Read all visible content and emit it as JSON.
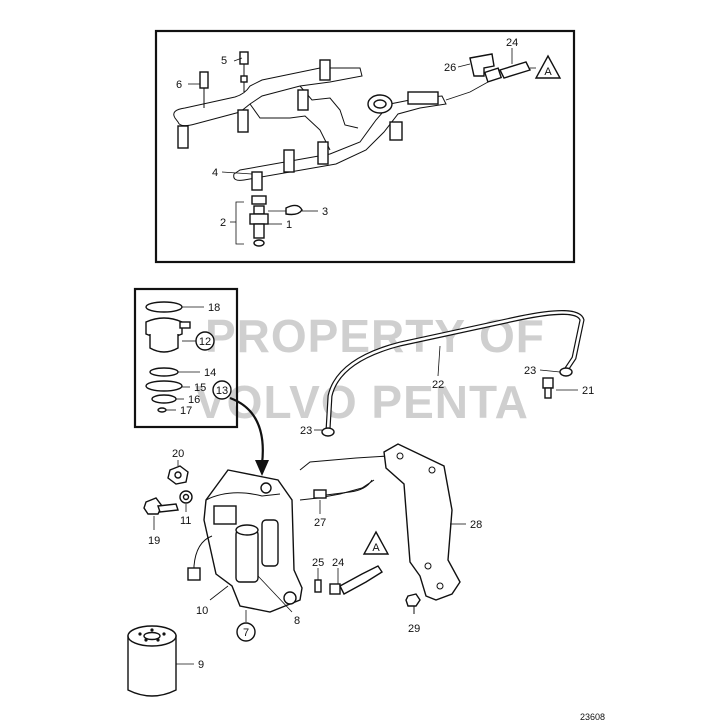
{
  "watermark": {
    "line1": "PROPERTY OF",
    "line2": "VOLVO PENTA"
  },
  "callouts": {
    "c1": "1",
    "c2": "2",
    "c3": "3",
    "c4": "4",
    "c5": "5",
    "c6": "6",
    "c7": "7",
    "c8": "8",
    "c9": "9",
    "c10": "10",
    "c11": "11",
    "c12": "12",
    "c13": "13",
    "c14": "14",
    "c15": "15",
    "c16": "16",
    "c17": "17",
    "c18": "18",
    "c19": "19",
    "c20": "20",
    "c21": "21",
    "c22": "22",
    "c23a": "23",
    "c23b": "23",
    "c24a": "24",
    "c24b": "24",
    "c25": "25",
    "c26": "26",
    "c27": "27",
    "c28": "28",
    "c29": "29"
  },
  "reference_marker_top": "A",
  "reference_marker_bottom": "A",
  "drawing_number": "23608"
}
